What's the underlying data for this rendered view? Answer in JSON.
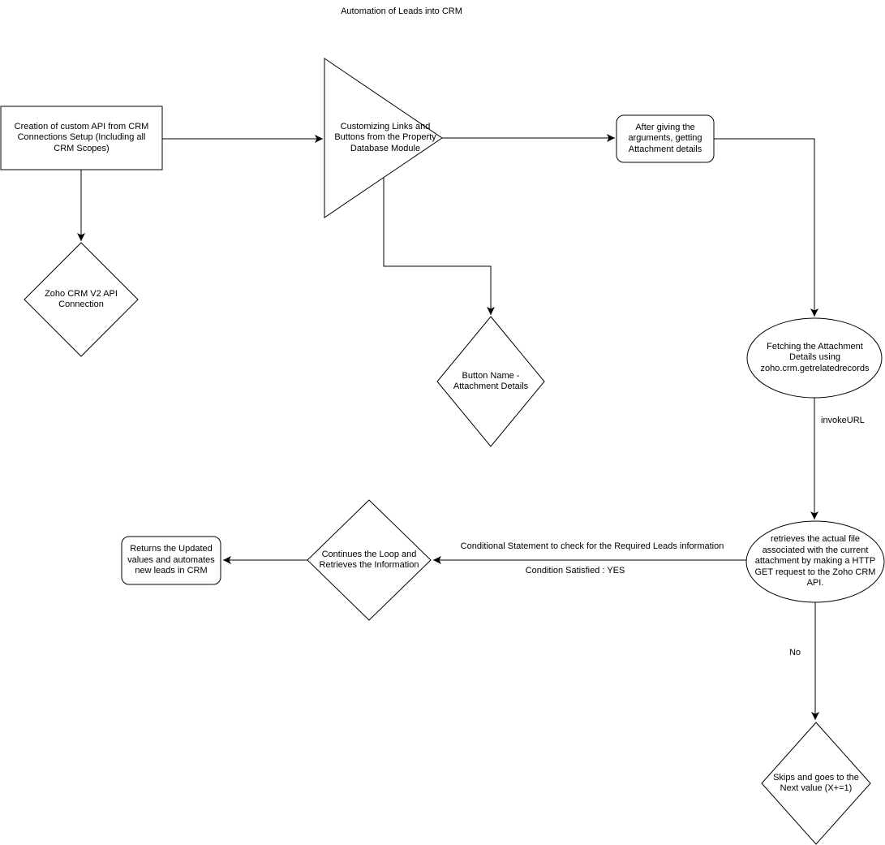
{
  "title": "Automation of Leads into CRM",
  "colors": {
    "stroke": "#000000",
    "fill": "#ffffff",
    "text": "#000000"
  },
  "nodes": {
    "creation": {
      "shape": "rectangle",
      "label": "Creation of custom API from CRM\nConnections Setup (Including all\nCRM Scopes)"
    },
    "customizing": {
      "shape": "triangle",
      "label": "Customizing Links and\nButtons from the Property\nDatabase Module"
    },
    "after_giving": {
      "shape": "rounded-rectangle",
      "label": "After giving the\narguments, getting\nAttachment details"
    },
    "zoho_connection": {
      "shape": "diamond",
      "label": "Zoho CRM V2 API\nConnection"
    },
    "button_name": {
      "shape": "diamond",
      "label": "Button Name -\nAttachment Details"
    },
    "fetching": {
      "shape": "ellipse",
      "label": "Fetching the Attachment\nDetails using\nzoho.crm.getrelatedrecords"
    },
    "retrieves": {
      "shape": "ellipse",
      "label": "retrieves the actual file\nassociated with the current\nattachment by making a HTTP\nGET request to the Zoho CRM\nAPI."
    },
    "continues": {
      "shape": "diamond",
      "label": "Continues the Loop and\nRetrieves the Information"
    },
    "returns": {
      "shape": "rounded-rectangle",
      "label": "Returns the Updated\nvalues and automates\nnew leads in CRM"
    },
    "skips": {
      "shape": "diamond",
      "label": "Skips and goes to the\nNext value (X+=1)"
    }
  },
  "edge_labels": {
    "invoke_url": "invokeURL",
    "conditional": "Conditional Statement to check for the Required Leads information",
    "condition_yes": "Condition Satisfied : YES",
    "no": "No"
  }
}
